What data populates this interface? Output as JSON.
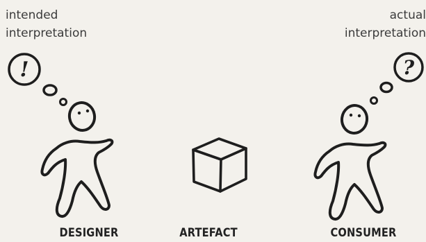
{
  "designer": {
    "caption_line1": "intended",
    "caption_line2": "interpretation",
    "thought_symbol": "!",
    "label": "DESIGNER"
  },
  "artefact": {
    "label": "ARTEFACT",
    "icon": "cube-icon"
  },
  "consumer": {
    "caption_line1": "actual",
    "caption_line2": "interpretation",
    "thought_symbol": "?",
    "label": "CONSUMER"
  },
  "colors": {
    "background": "#f3f1ec",
    "ink": "#1e1e1e",
    "caption_text": "#3b3b3b"
  }
}
